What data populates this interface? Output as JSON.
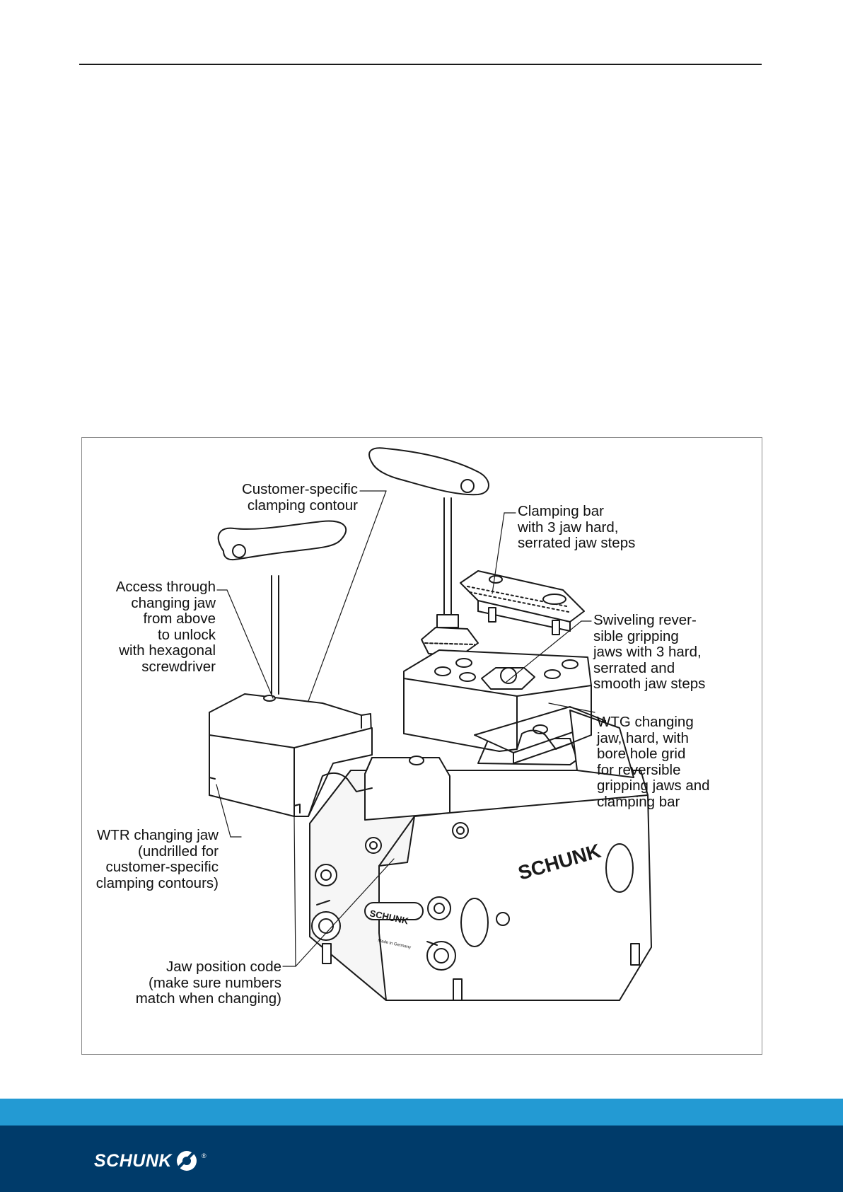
{
  "labels": {
    "customer_contour": "Customer-specific\nclamping contour",
    "clamping_bar": "Clamping bar\nwith 3 jaw hard,\nserrated jaw steps",
    "access": "Access through\nchanging jaw\nfrom above\nto unlock\nwith hexagonal\nscrewdriver",
    "swiveling": "Swiveling rever-\nsible gripping\njaws with 3 hard,\nserrated and\nsmooth jaw steps",
    "wtg": "WTG changing\njaw, hard, with\nbore hole grid\nfor reversible\ngripping jaws and\nclamping bar",
    "wtr": "WTR changing jaw\n(undrilled for\ncustomer-specific\nclamping contours)",
    "jaw_code": "Jaw position code\n(make sure numbers\nmatch when changing)"
  },
  "drawing_marks": {
    "body_brand": "SCHUNK",
    "plate_brand": "SCHUNK",
    "made_in": "Made in Germany"
  },
  "footer": {
    "logo_text": "SCHUNK",
    "logo_reg": "®"
  },
  "colors": {
    "footer_stripe": "#239ad3",
    "footer_band": "#003b6a"
  }
}
